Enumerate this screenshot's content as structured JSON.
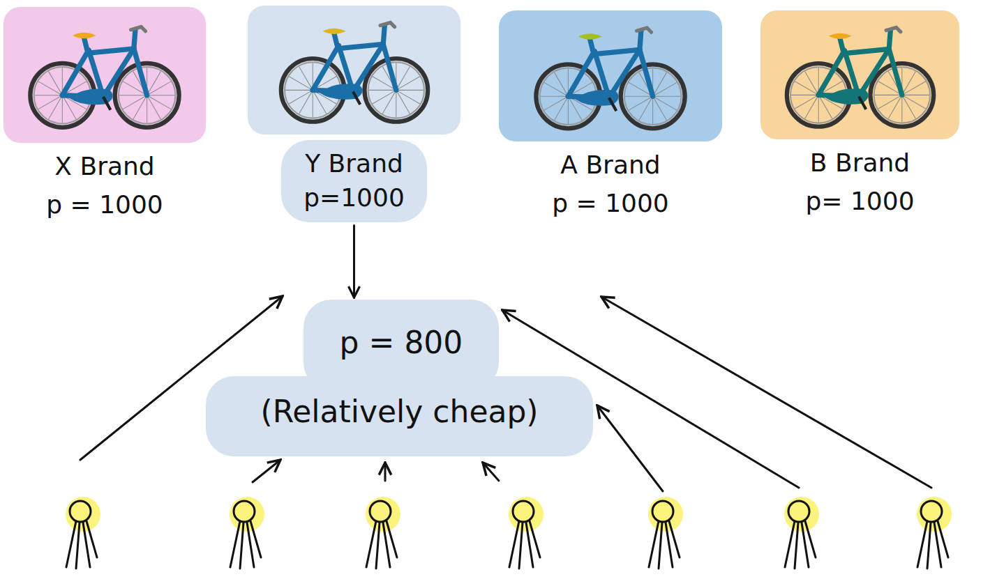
{
  "diagram": {
    "nodes": [
      {
        "text": [
          "X Brand",
          "p = 1000"
        ]
      },
      {
        "text": [
          "Y Brand",
          "p=1000"
        ]
      },
      {
        "text": [
          "A Brand",
          "p = 1000"
        ]
      },
      {
        "text": [
          "B Brand",
          "p= 1000"
        ]
      },
      {
        "text": [
          "p = 800",
          "(Relatively cheap)"
        ]
      }
    ],
    "edges": [
      {
        "from": 1,
        "to": 4,
        "arrow": "to"
      }
    ]
  }
}
